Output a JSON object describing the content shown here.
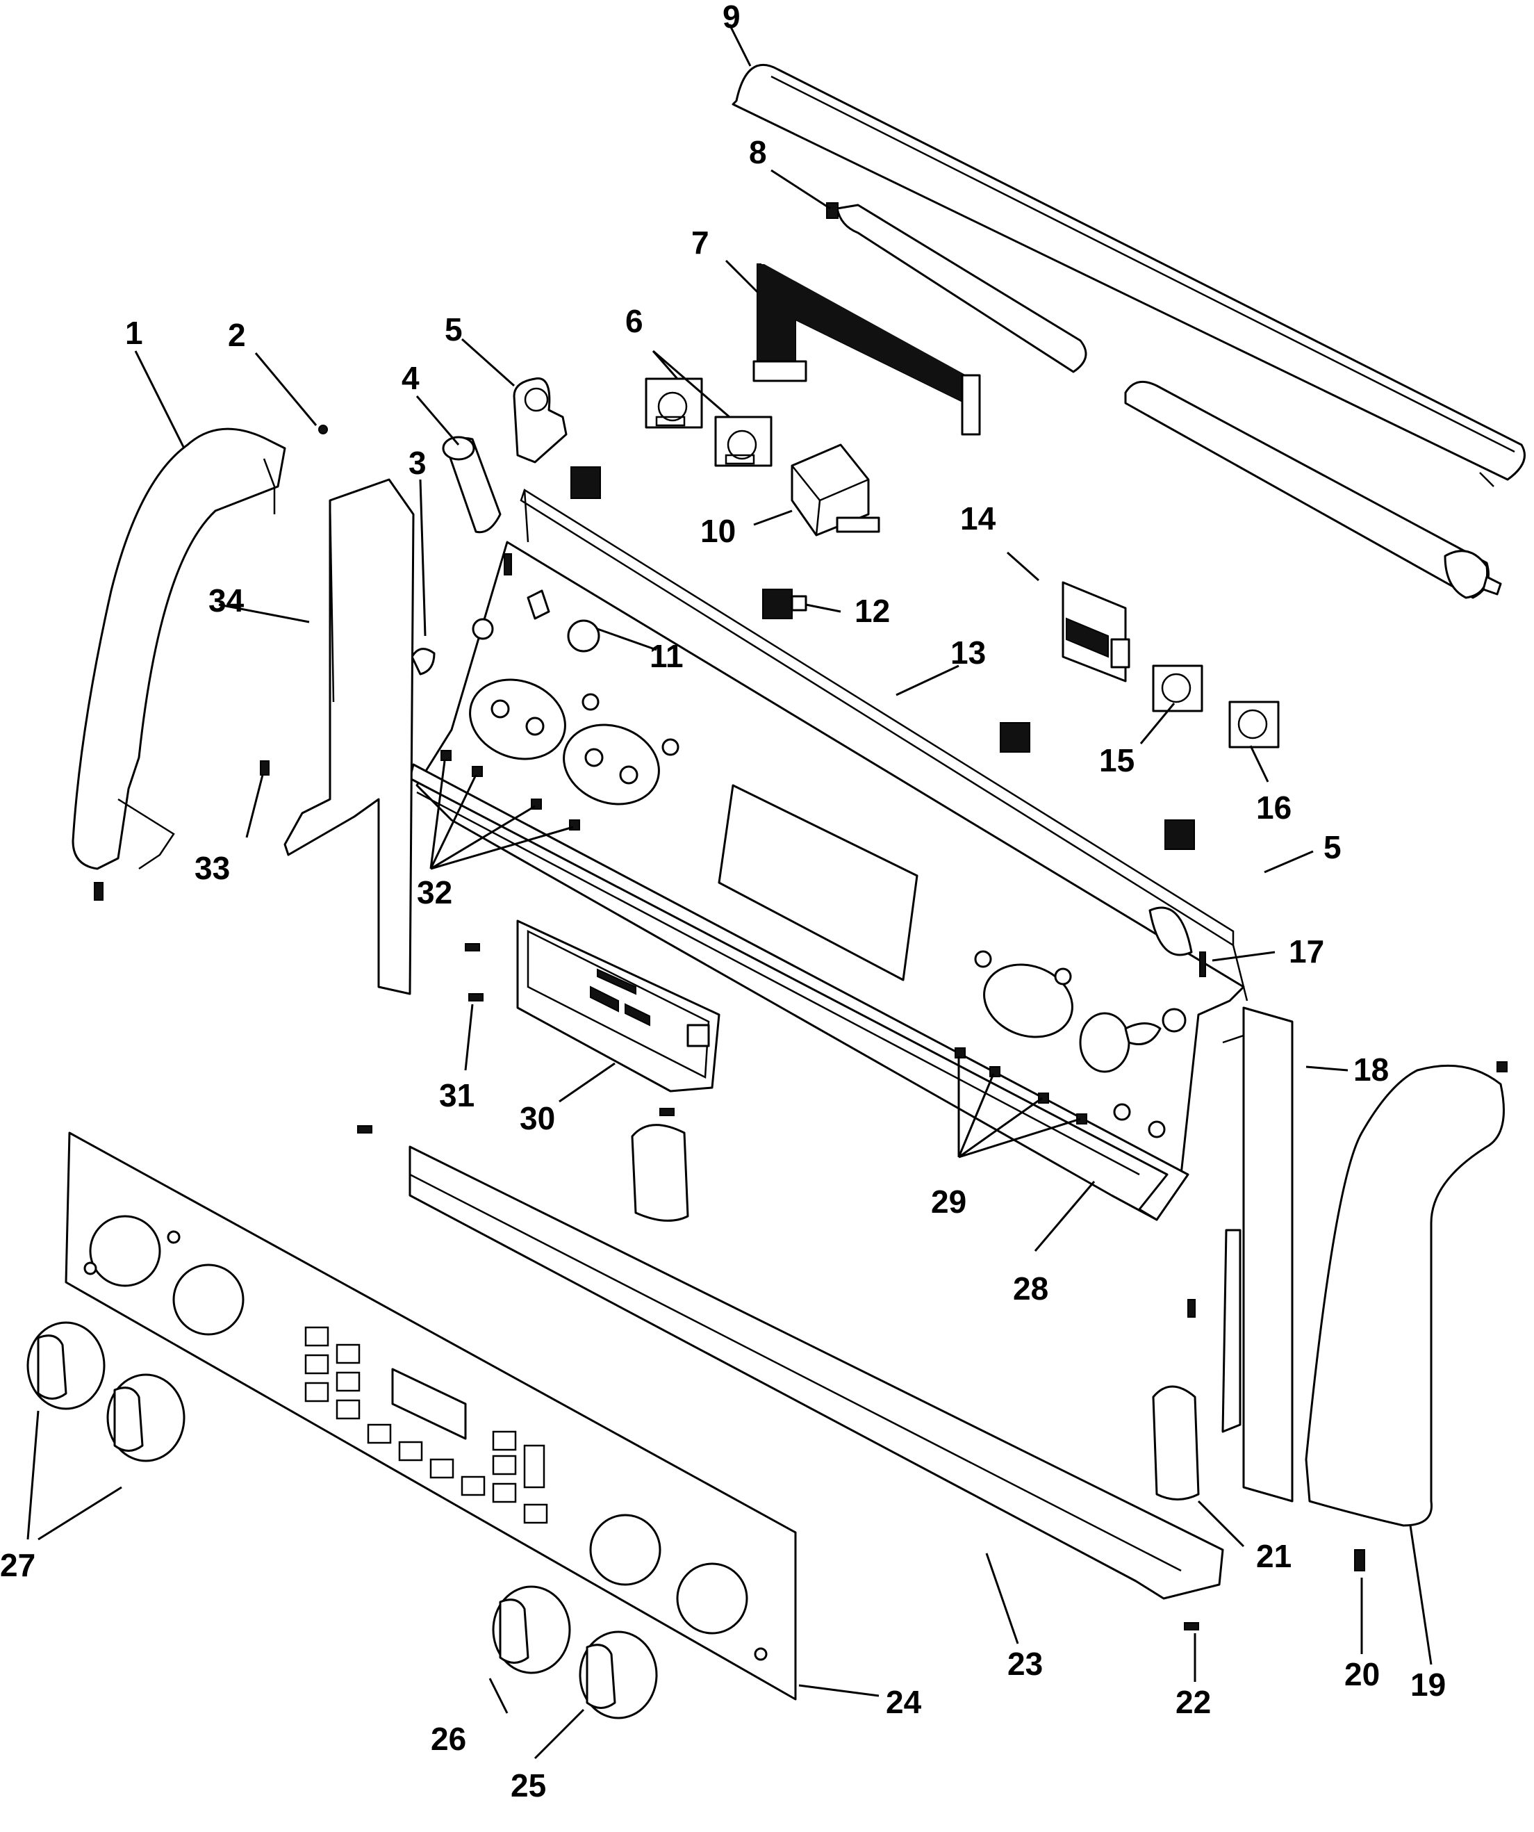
{
  "diagram": {
    "labels": [
      {
        "id": "1",
        "text": "1"
      },
      {
        "id": "2",
        "text": "2"
      },
      {
        "id": "3",
        "text": "3"
      },
      {
        "id": "4",
        "text": "4"
      },
      {
        "id": "5a",
        "text": "5"
      },
      {
        "id": "5b",
        "text": "5"
      },
      {
        "id": "6",
        "text": "6"
      },
      {
        "id": "7",
        "text": "7"
      },
      {
        "id": "8",
        "text": "8"
      },
      {
        "id": "9",
        "text": "9"
      },
      {
        "id": "10",
        "text": "10"
      },
      {
        "id": "11",
        "text": "11"
      },
      {
        "id": "12",
        "text": "12"
      },
      {
        "id": "13",
        "text": "13"
      },
      {
        "id": "14",
        "text": "14"
      },
      {
        "id": "15",
        "text": "15"
      },
      {
        "id": "16",
        "text": "16"
      },
      {
        "id": "17",
        "text": "17"
      },
      {
        "id": "18",
        "text": "18"
      },
      {
        "id": "19",
        "text": "19"
      },
      {
        "id": "20",
        "text": "20"
      },
      {
        "id": "21",
        "text": "21"
      },
      {
        "id": "22",
        "text": "22"
      },
      {
        "id": "23",
        "text": "23"
      },
      {
        "id": "24",
        "text": "24"
      },
      {
        "id": "25",
        "text": "25"
      },
      {
        "id": "26",
        "text": "26"
      },
      {
        "id": "27",
        "text": "27"
      },
      {
        "id": "28",
        "text": "28"
      },
      {
        "id": "29",
        "text": "29"
      },
      {
        "id": "30",
        "text": "30"
      },
      {
        "id": "31",
        "text": "31"
      },
      {
        "id": "32",
        "text": "32"
      },
      {
        "id": "33",
        "text": "33"
      },
      {
        "id": "34",
        "text": "34"
      }
    ]
  }
}
